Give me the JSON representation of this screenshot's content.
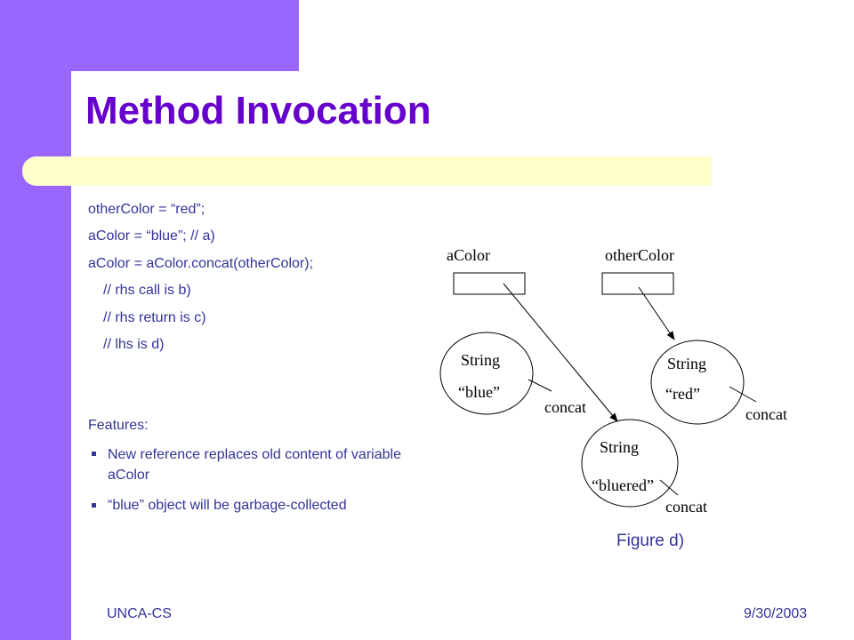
{
  "slide": {
    "title": "Method Invocation",
    "code_lines": [
      "otherColor = “red”;",
      "aColor = “blue”; // a)",
      "aColor = aColor.concat(otherColor);",
      "// rhs call is b)",
      "// rhs return is c)",
      "// lhs is d)"
    ],
    "features_heading": "Features:",
    "bullets": [
      "New reference replaces old content of variable aColor",
      "“blue” object will be garbage-collected"
    ],
    "figure_caption": "Figure d)",
    "footer_left": "UNCA-CS",
    "footer_right": "9/30/2003"
  },
  "diagram": {
    "var_a_label": "aColor",
    "var_b_label": "otherColor",
    "obj_blue_type": "String",
    "obj_blue_value": "“blue”",
    "obj_red_type": "String",
    "obj_red_value": "“red”",
    "obj_new_type": "String",
    "obj_new_value": "“bluered”",
    "method_label": "concat"
  },
  "colors": {
    "accent_purple": "#9966ff",
    "title_purple": "#6600cc",
    "band_yellow": "#ffffcc",
    "text_navy": "#333399"
  }
}
